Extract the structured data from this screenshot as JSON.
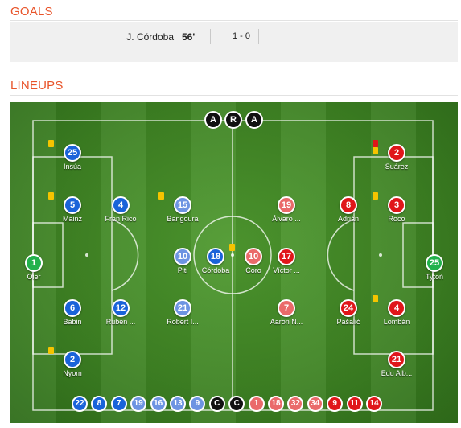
{
  "goals": {
    "title": "GOALS",
    "items": [
      {
        "player": "J. Córdoba",
        "minute": "56'",
        "score": "1 - 0"
      }
    ]
  },
  "lineups": {
    "title": "LINEUPS",
    "referees": [
      "A",
      "R",
      "A"
    ],
    "colors": {
      "home": "#1a63d9",
      "home_sub": "#6d94e2",
      "away": "#e0161a",
      "away_sub": "#ea6a6a",
      "keeper": "#22b14c",
      "coach": "#111111",
      "yellow_card": "#f5c400",
      "red_card": "#e0161a"
    },
    "players": [
      {
        "number": "1",
        "name": "Oier",
        "team": "keeper"
      },
      {
        "number": "25",
        "name": "Insúa",
        "team": "home",
        "cards": [
          "yellow"
        ]
      },
      {
        "number": "5",
        "name": "Mainz",
        "team": "home",
        "cards": [
          "yellow"
        ]
      },
      {
        "number": "6",
        "name": "Babin",
        "team": "home"
      },
      {
        "number": "2",
        "name": "Nyom",
        "team": "home",
        "cards": [
          "yellow"
        ]
      },
      {
        "number": "4",
        "name": "Fran Rico",
        "team": "home"
      },
      {
        "number": "12",
        "name": "Rubén ...",
        "team": "home"
      },
      {
        "number": "15",
        "name": "Bangoura",
        "team": "home_sub",
        "cards": [
          "yellow"
        ]
      },
      {
        "number": "10",
        "name": "Piti",
        "team": "home_sub"
      },
      {
        "number": "21",
        "name": "Robert I...",
        "team": "home_sub"
      },
      {
        "number": "18",
        "name": "Córdoba",
        "team": "home"
      },
      {
        "number": "10",
        "name": "Coro",
        "team": "away_sub",
        "cards": [
          "yellow"
        ]
      },
      {
        "number": "19",
        "name": "Álvaro ...",
        "team": "away_sub"
      },
      {
        "number": "17",
        "name": "Víctor ...",
        "team": "away"
      },
      {
        "number": "7",
        "name": "Aaron N...",
        "team": "away_sub"
      },
      {
        "number": "8",
        "name": "Adrián",
        "team": "away"
      },
      {
        "number": "24",
        "name": "Pašalić",
        "team": "away"
      },
      {
        "number": "2",
        "name": "Suárez",
        "team": "away",
        "cards": [
          "red",
          "yellow"
        ]
      },
      {
        "number": "3",
        "name": "Roco",
        "team": "away",
        "cards": [
          "yellow"
        ]
      },
      {
        "number": "4",
        "name": "Lombán",
        "team": "away",
        "cards": [
          "yellow"
        ]
      },
      {
        "number": "21",
        "name": "Edu Alb...",
        "team": "away"
      },
      {
        "number": "25",
        "name": "Tytoń",
        "team": "keeper"
      }
    ],
    "bench": [
      {
        "label": "22",
        "team": "home"
      },
      {
        "label": "8",
        "team": "home"
      },
      {
        "label": "7",
        "team": "home"
      },
      {
        "label": "19",
        "team": "home_sub"
      },
      {
        "label": "16",
        "team": "home_sub"
      },
      {
        "label": "13",
        "team": "home_sub"
      },
      {
        "label": "9",
        "team": "home_sub"
      },
      {
        "label": "C",
        "team": "coach"
      },
      {
        "label": "C",
        "team": "coach"
      },
      {
        "label": "1",
        "team": "away_sub"
      },
      {
        "label": "18",
        "team": "away_sub"
      },
      {
        "label": "32",
        "team": "away_sub"
      },
      {
        "label": "34",
        "team": "away_sub"
      },
      {
        "label": "9",
        "team": "away"
      },
      {
        "label": "11",
        "team": "away"
      },
      {
        "label": "14",
        "team": "away"
      }
    ]
  }
}
